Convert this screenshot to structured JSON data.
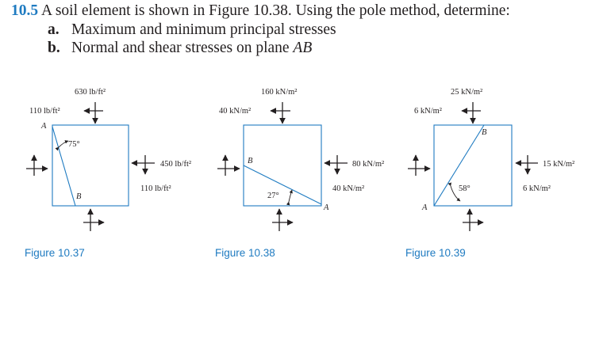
{
  "problem": {
    "number": "10.5",
    "statement": "A soil element is shown in Figure 10.38. Using the pole method, determine:",
    "parts": [
      {
        "label": "a.",
        "text_before": "Maximum and minimum principal stresses",
        "italic": "",
        "text_after": ""
      },
      {
        "label": "b.",
        "text_before": "Normal and shear stresses on plane ",
        "italic": "AB",
        "text_after": ""
      }
    ]
  },
  "figures": [
    {
      "caption": "Figure 10.37",
      "top_normal": "630 lb/ft²",
      "top_shear": "110 lb/ft²",
      "right_normal": "450 lb/ft²",
      "right_shear": "110 lb/ft²",
      "angle": "75°",
      "vertex_a": "A",
      "vertex_b": "B"
    },
    {
      "caption": "Figure 10.38",
      "top_normal": "160 kN/m²",
      "top_shear": "40 kN/m²",
      "right_normal": "80 kN/m²",
      "right_shear": "40 kN/m²",
      "angle": "27°",
      "vertex_a": "A",
      "vertex_b": "B"
    },
    {
      "caption": "Figure 10.39",
      "top_normal": "25 kN/m²",
      "top_shear": "6 kN/m²",
      "right_normal": "15 kN/m²",
      "right_shear": "6 kN/m²",
      "angle": "58°",
      "vertex_a": "A",
      "vertex_b": "B"
    }
  ],
  "colors": {
    "accent": "#1f7bc1",
    "text": "#231f20"
  }
}
